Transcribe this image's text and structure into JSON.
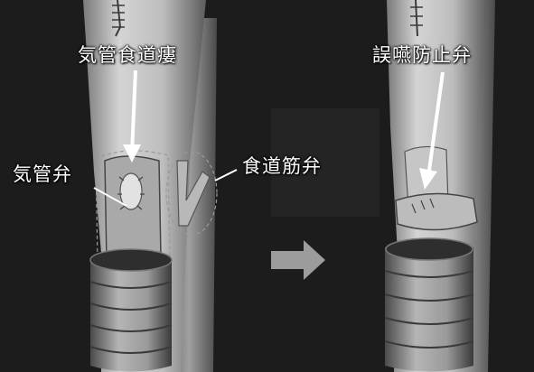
{
  "labels": {
    "tracheoesophageal_fistula": "気管食道瘻",
    "tracheal_flap": "気管弁",
    "esophageal_muscle_flap": "食道筋弁",
    "anti_aspiration_valve": "誤嚥防止弁"
  },
  "colors": {
    "background": "#191919",
    "tissue_light": "#d8d8d8",
    "tissue_mid": "#a8a8a8",
    "tissue_dark": "#6a6a6a",
    "label_text": "#ffffff",
    "arrow_gray": "#9a9a9a"
  }
}
